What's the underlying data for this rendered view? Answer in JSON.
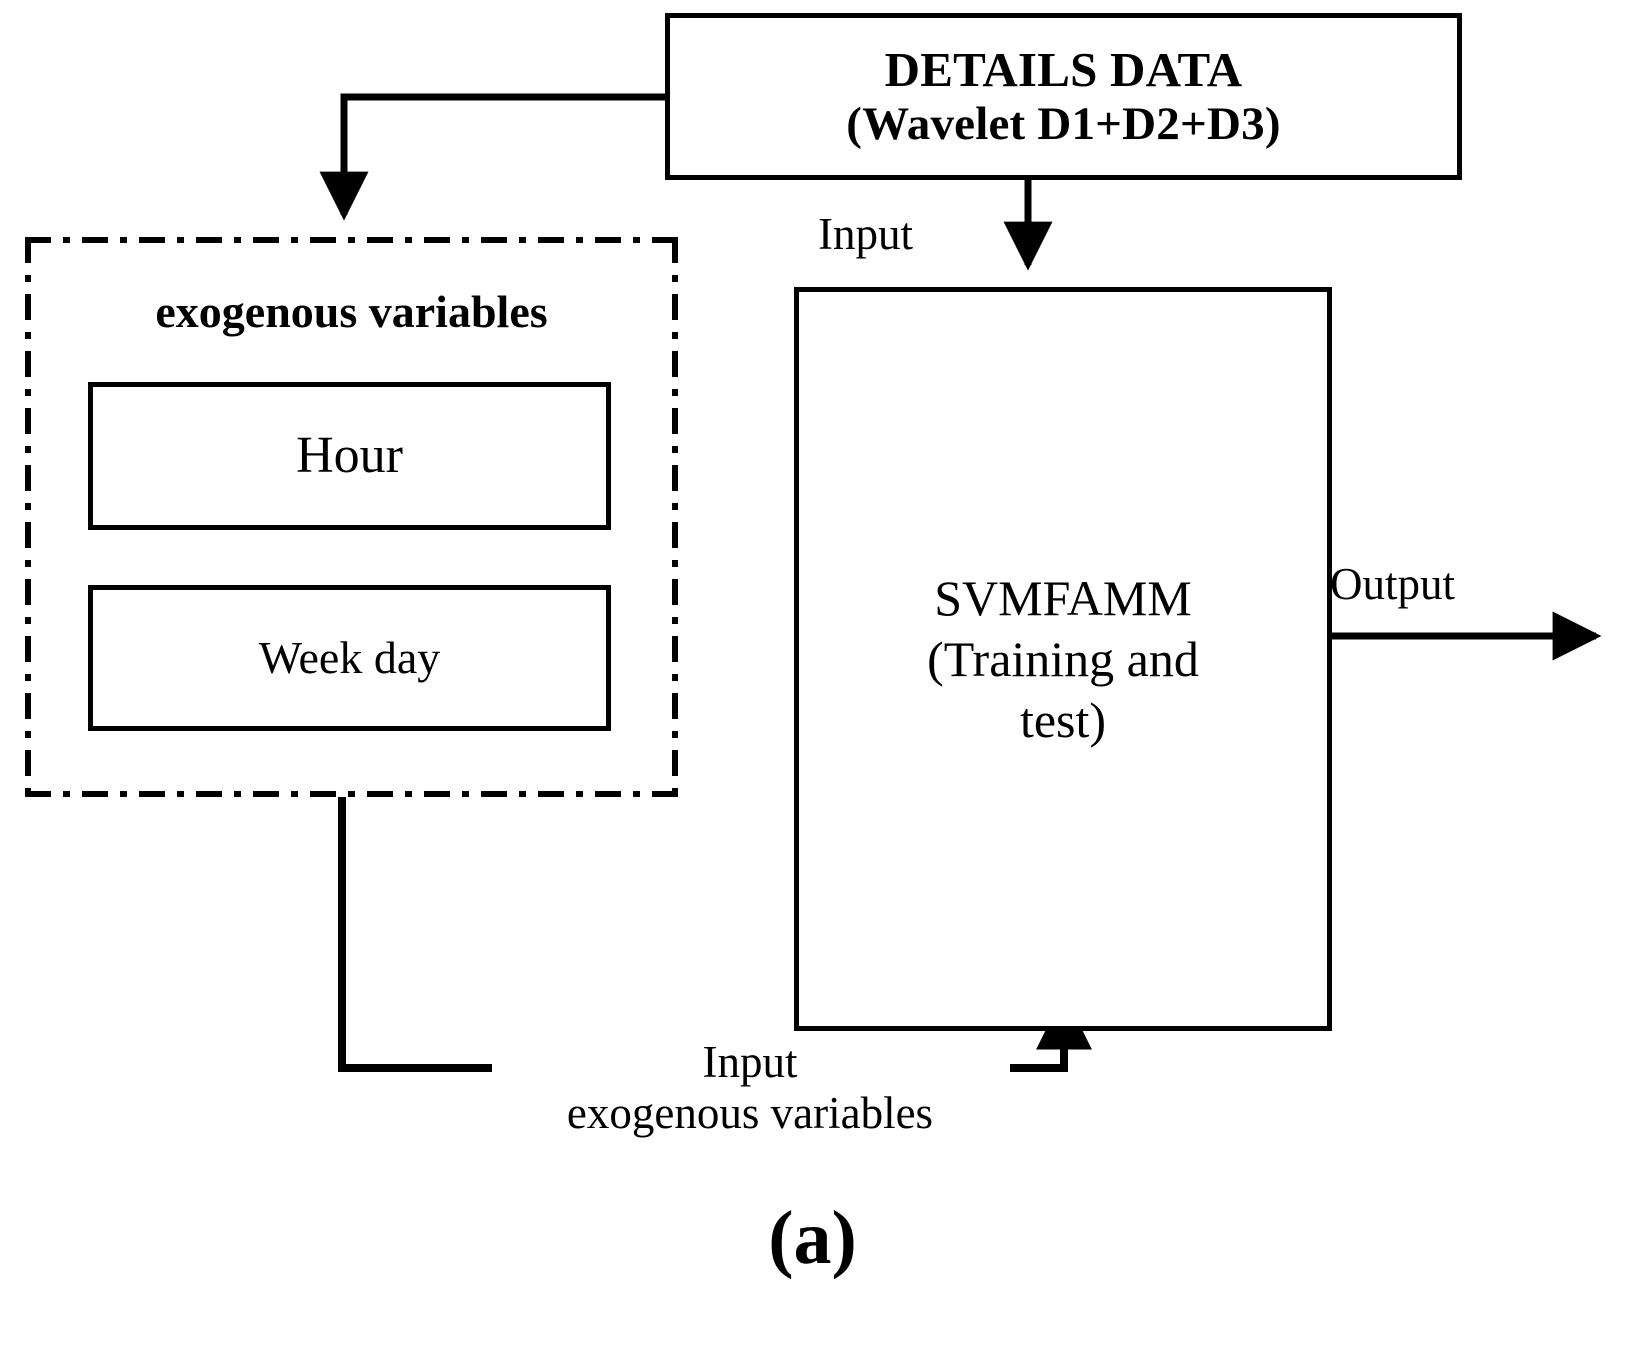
{
  "figure": {
    "caption": "(a)",
    "accent_color": "#000000",
    "background_color": "#ffffff"
  },
  "nodes": {
    "details_data": {
      "line1": "DETAILS DATA",
      "line2": "(Wavelet D1+D2+D3)"
    },
    "exogenous_group": {
      "title": "exogenous variables",
      "items": [
        {
          "label": "Hour"
        },
        {
          "label": "Week day"
        }
      ]
    },
    "model": {
      "line1": "SVMFAMM",
      "line2": "(Training and",
      "line3": "test)"
    }
  },
  "edges": {
    "input_top": "Input",
    "output": "Output",
    "input_bottom_line1": "Input",
    "input_bottom_line2": "exogenous variables"
  }
}
